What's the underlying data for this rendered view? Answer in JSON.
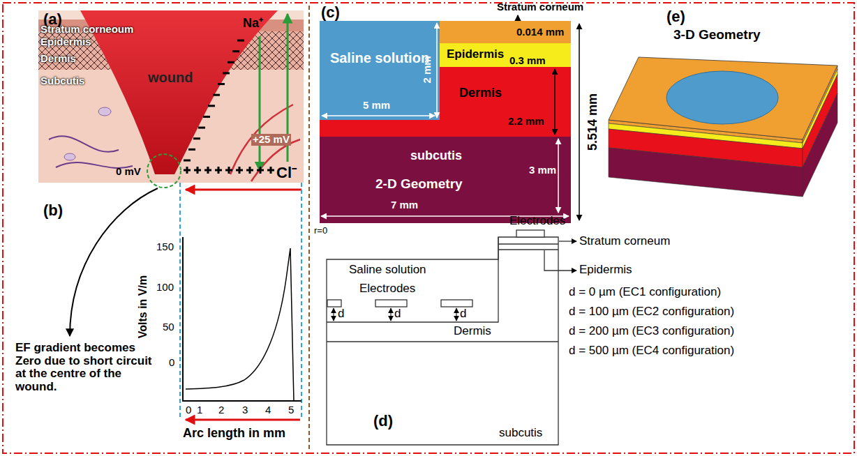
{
  "diagram": {
    "nodes": [
      {
        "text": [
          "Saline solution"
        ]
      },
      {
        "text": [
          "0.014 mm"
        ]
      },
      {
        "text": [
          "Epidermis",
          "0.3 mm"
        ]
      },
      {
        "text": [
          "Dermis",
          "2.2 mm"
        ]
      },
      {
        "text": [
          "subcutis",
          "2-D Geometry",
          "3 mm"
        ]
      }
    ],
    "labels": [
      "(a)",
      "Stratum corneoum",
      "Epidermis",
      "Dermis",
      "Subcutis",
      "wound",
      "Na⁺",
      "+25 mV",
      "0 mV",
      "Cl⁻",
      "(b)",
      "EF gradient becomes Zero due to short circuit at the centre of the wound.",
      "150",
      "100",
      "50",
      "0",
      "Volts in V/m",
      "0",
      "1",
      "2",
      "3",
      "4",
      "5",
      "Arc length in mm",
      "(c)",
      "Stratum corneum",
      "5.514 mm",
      "5 mm",
      "2 mm",
      "7 mm",
      "r=0",
      "(d)",
      "Saline solution",
      "Electrodes",
      "Electrodes",
      "Stratum corneum",
      "Epidermis",
      "Dermis",
      "subcutis",
      "d",
      "d",
      "d",
      "d = 0 µm (EC1 configuration)",
      "d = 100 µm (EC2 configuration)",
      "d = 200 µm (EC3 configuration)",
      "d = 500 µm (EC4 configuration)",
      "(e)",
      "3-D Geometry"
    ]
  }
}
